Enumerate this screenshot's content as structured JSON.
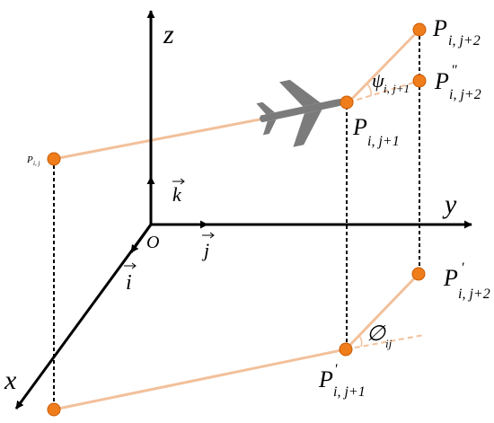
{
  "colors": {
    "axis": "#000000",
    "path": "#f2c09a",
    "point": "#f07d1c",
    "point_stroke": "#c85a00",
    "plane": "#7b7b7b",
    "dashed": "#000000"
  },
  "axes": {
    "z": "z",
    "y": "y",
    "x": "x",
    "origin": "O",
    "k": "k",
    "j": "j",
    "i": "i"
  },
  "points": {
    "pij": {
      "main": "P",
      "sub": "i, j"
    },
    "pij1": {
      "main": "P",
      "sub": "i, j+1"
    },
    "pij2": {
      "main": "P",
      "sub": "i, j+2"
    },
    "pij2pp": {
      "main": "P",
      "sup": "\"",
      "sub": "i, j+2"
    },
    "pij1p": {
      "main": "P",
      "sup": "'",
      "sub": "i, j+1"
    },
    "pij2p": {
      "main": "P",
      "sup": "'",
      "sub": "i, j+2"
    }
  },
  "angles": {
    "psi": {
      "symbol": "ψ",
      "sub": "i, j+1"
    },
    "phi": {
      "symbol": "∅",
      "sub": "ij"
    }
  },
  "icons": {
    "plane": "airplane-icon"
  }
}
